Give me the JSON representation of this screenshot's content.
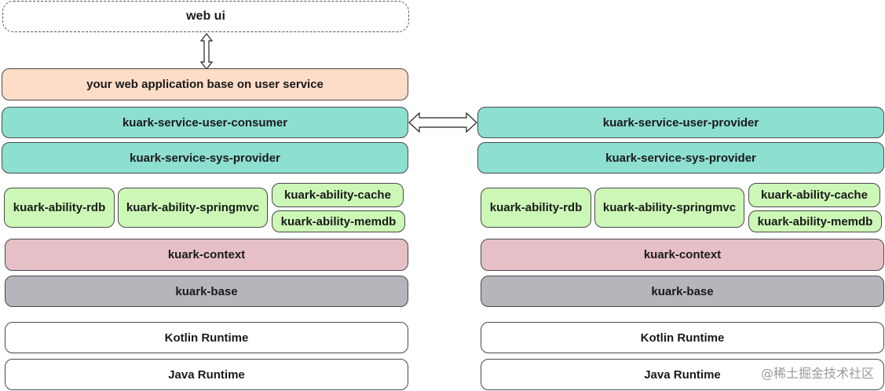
{
  "top": {
    "web_ui": "web ui"
  },
  "left": {
    "app": "your web application base on user service",
    "consumer": "kuark-service-user-consumer",
    "sys_provider": "kuark-service-sys-provider",
    "ability_rdb": "kuark-ability-rdb",
    "ability_springmvc": "kuark-ability-springmvc",
    "ability_cache": "kuark-ability-cache",
    "ability_memdb": "kuark-ability-memdb",
    "context": "kuark-context",
    "base": "kuark-base",
    "kotlin": "Kotlin Runtime",
    "java": "Java Runtime"
  },
  "right": {
    "user_provider": "kuark-service-user-provider",
    "sys_provider": "kuark-service-sys-provider",
    "ability_rdb": "kuark-ability-rdb",
    "ability_springmvc": "kuark-ability-springmvc",
    "ability_cache": "kuark-ability-cache",
    "ability_memdb": "kuark-ability-memdb",
    "context": "kuark-context",
    "base": "kuark-base",
    "kotlin": "Kotlin Runtime",
    "java": "Java Runtime"
  },
  "watermark": "@稀土掘金技术社区",
  "colors": {
    "app": "#fddcc8",
    "service": "#8ddfd0",
    "ability": "#ccf7b6",
    "context": "#e6c0c6",
    "base": "#b6b5bb",
    "runtime": "#ffffff"
  }
}
